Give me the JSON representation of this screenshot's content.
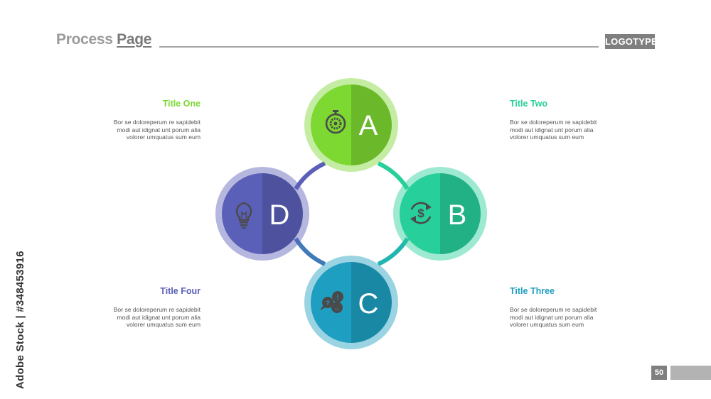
{
  "header": {
    "title_part1": "Process ",
    "title_part2": "Page",
    "logo": "LOGOTYPE"
  },
  "nodes": [
    {
      "letter": "A",
      "icon": "stopwatch-gear-icon",
      "color": "#7dd832"
    },
    {
      "letter": "B",
      "icon": "dollar-cycle-icon",
      "color": "#27cf9a"
    },
    {
      "letter": "C",
      "icon": "chat-bubbles-icon",
      "color": "#1e9fc1"
    },
    {
      "letter": "D",
      "icon": "lightbulb-icon",
      "color": "#5a5fb8"
    }
  ],
  "blocks": [
    {
      "title": "Title One",
      "color": "#7dd832",
      "body": [
        "Bor se doloreperum re sapidebit",
        "modi aut idignat unt porum alia",
        "volorer umquatus sum eum"
      ]
    },
    {
      "title": "Title Two",
      "color": "#27cf9a",
      "body": [
        "Bor se doloreperum re sapidebit",
        "modi aut idignat unt porum alia",
        "volorer umquatus sum eum"
      ]
    },
    {
      "title": "Title Three",
      "color": "#1e9fc1",
      "body": [
        "Bor se doloreperum re sapidebit",
        "modi aut idignat unt porum alia",
        "volorer umquatus sum eum"
      ]
    },
    {
      "title": "Title Four",
      "color": "#5a5fb8",
      "body": [
        "Bor se doloreperum re sapidebit",
        "modi aut idignat unt porum alia",
        "volorer umquatus sum eum"
      ]
    }
  ],
  "footer": {
    "page_number": "50",
    "side_credit": "Adobe Stock | #348453916"
  }
}
